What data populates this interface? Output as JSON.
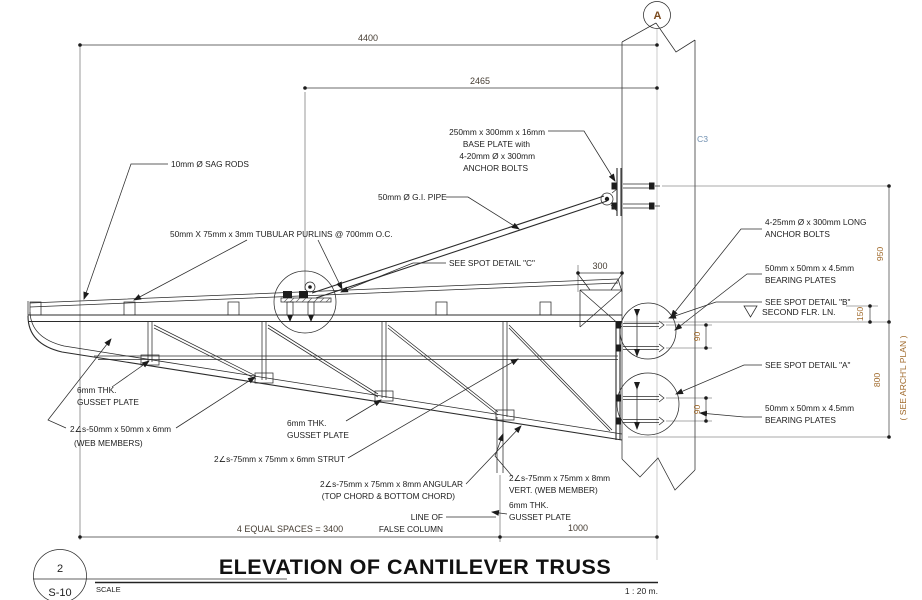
{
  "title_block": {
    "detail_number": "2",
    "sheet_number": "S-10",
    "scale_label": "SCALE",
    "title": "ELEVATION OF CANTILEVER TRUSS",
    "scale_value": "1 : 20 m."
  },
  "grid": {
    "bubble_letter": "A",
    "column_mark": "C3"
  },
  "dimensions": {
    "overall": "4400",
    "pipe_span": "2465",
    "bracket": "300",
    "upper_height": "950",
    "floor_offset": "150",
    "bolt_gap_upper": "90",
    "bolt_gap_lower": "90",
    "lower_height": "800",
    "equal_spaces": "4  EQUAL  SPACES  =  3400",
    "end_bay": "1000",
    "archl_note": "( SEE  ARCH'L  PLAN )"
  },
  "levels": {
    "second_floor": "SECOND FLR. LN."
  },
  "labels": {
    "sag_rods": "10mm Ø SAG RODS",
    "purlins": "50mm X 75mm x 3mm TUBULAR PURLINS @ 700mm O.C.",
    "gi_pipe": "50mm Ø G.I. PIPE",
    "base_plate_1": "250mm x 300mm x 16mm",
    "base_plate_2": "BASE PLATE with",
    "base_plate_3": "4-20mm Ø x 300mm",
    "base_plate_4": "ANCHOR BOLTS",
    "spot_c": "SEE SPOT DETAIL \"C\"",
    "anchor_bolts_1": "4-25mm Ø x 300mm LONG",
    "anchor_bolts_2": "ANCHOR BOLTS",
    "bearing_upper_1": "50mm x 50mm x 4.5mm",
    "bearing_upper_2": "BEARING PLATES",
    "spot_b": "SEE SPOT DETAIL  \"B\"",
    "spot_a": "SEE SPOT DETAIL \"A\"",
    "bearing_lower_1": "50mm x 50mm x 4.5mm",
    "bearing_lower_2": "BEARING PLATES",
    "gusset_tip_1": "6mm THK.",
    "gusset_tip_2": "GUSSET PLATE",
    "web_members_1": "2∠s-50mm x 50mm x 6mm",
    "web_members_2": "(WEB MEMBERS)",
    "gusset_mid_1": "6mm THK.",
    "gusset_mid_2": "GUSSET PLATE",
    "strut": "2∠s-75mm x 75mm x 6mm STRUT",
    "chords_1": "2∠s-75mm x 75mm x 8mm ANGULAR",
    "chords_2": "(TOP CHORD & BOTTOM CHORD)",
    "vert_web_1": "2∠s-75mm x 75mm x 8mm",
    "vert_web_2": "VERT. (WEB MEMBER)",
    "gusset_false_1": "6mm THK.",
    "gusset_false_2": "GUSSET PLATE",
    "false_column_1": "LINE OF",
    "false_column_2": "FALSE COLUMN"
  }
}
